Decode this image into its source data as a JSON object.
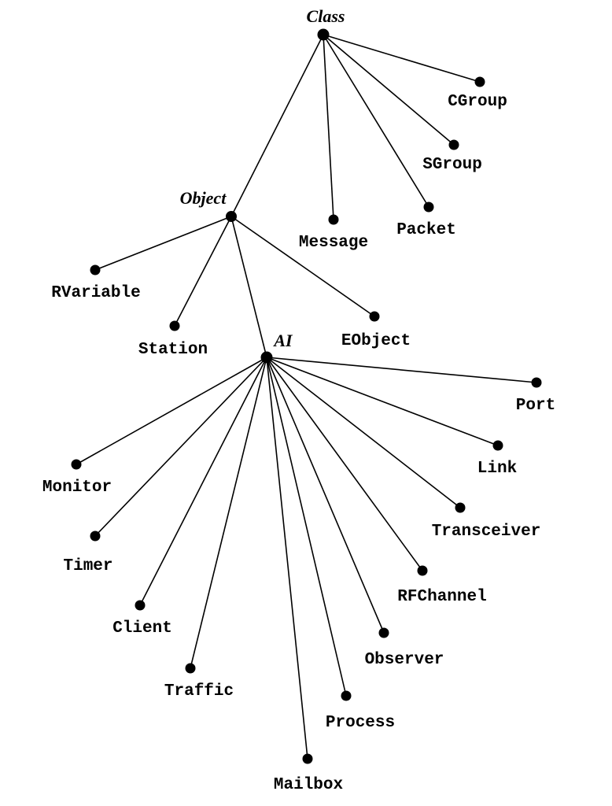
{
  "diagram": {
    "nodes": {
      "class": "Class",
      "object": "Object",
      "ai": "AI",
      "cgroup": "CGroup",
      "sgroup": "SGroup",
      "packet": "Packet",
      "message": "Message",
      "rvariable": "RVariable",
      "station": "Station",
      "eobject": "EObject",
      "port": "Port",
      "link": "Link",
      "transceiver": "Transceiver",
      "rfchannel": "RFChannel",
      "observer": "Observer",
      "process": "Process",
      "mailbox": "Mailbox",
      "traffic": "Traffic",
      "client": "Client",
      "timer": "Timer",
      "monitor": "Monitor"
    }
  }
}
